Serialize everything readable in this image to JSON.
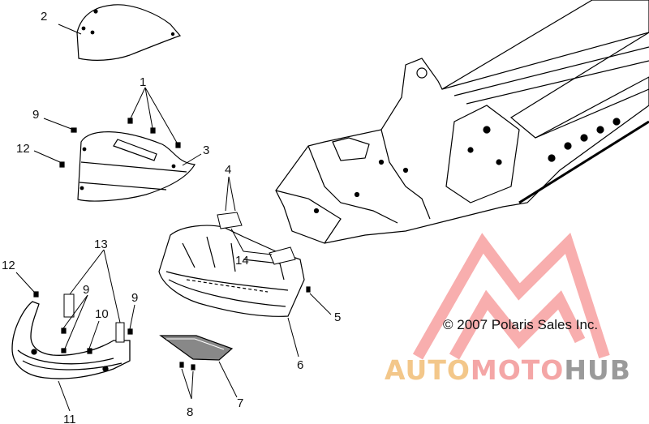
{
  "callouts": {
    "c1": "1",
    "c2": "2",
    "c3": "3",
    "c4": "4",
    "c5": "5",
    "c6": "6",
    "c7": "7",
    "c8": "8",
    "c9a": "9",
    "c9b": "9",
    "c9c": "9",
    "c10": "10",
    "c11": "11",
    "c12a": "12",
    "c12b": "12",
    "c13": "13",
    "c14": "14"
  },
  "copyright": "© 2007 Polaris Sales Inc.",
  "watermark": {
    "part1": "AUTO",
    "part2": "MOTO",
    "part3": "HUB",
    "colors": {
      "auto": "#f3c78a",
      "moto": "#f4a6a6",
      "hub": "#9a9a9a",
      "logo": "#f06a6a"
    }
  }
}
